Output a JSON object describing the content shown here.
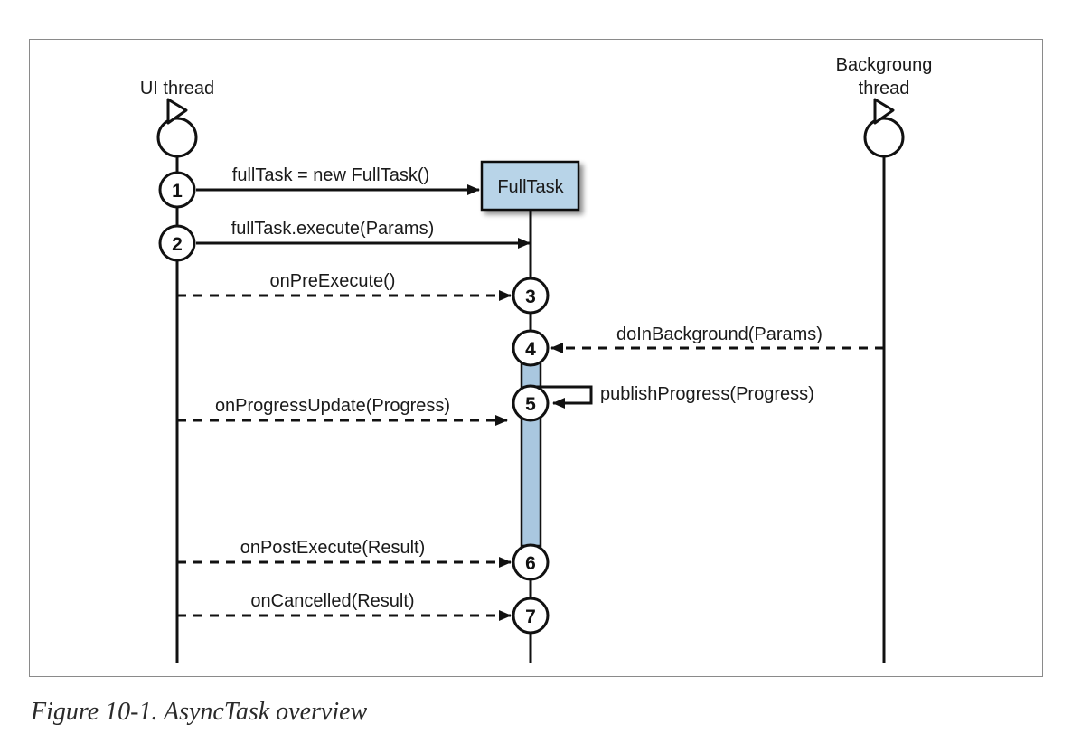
{
  "actors": {
    "ui_thread": "UI thread",
    "background_thread_line1": "Backgroung",
    "background_thread_line2": "thread",
    "task": "FullTask"
  },
  "steps": [
    {
      "number": "1",
      "label": "fullTask = new FullTask()"
    },
    {
      "number": "2",
      "label": "fullTask.execute(Params)"
    },
    {
      "number": "3",
      "label": "onPreExecute()"
    },
    {
      "number": "4",
      "label": "doInBackground(Params)"
    },
    {
      "number": "5",
      "label": "publishProgress(Progress)"
    },
    {
      "number": "5",
      "label": "onProgressUpdate(Progress)"
    },
    {
      "number": "6",
      "label": "onPostExecute(Result)"
    },
    {
      "number": "7",
      "label": "onCancelled(Result)"
    }
  ],
  "caption": "Figure 10-1. AsyncTask overview",
  "colors": {
    "task_fill": "#b8d4e8",
    "activation_fill": "#a9c7df",
    "line": "#111111"
  }
}
